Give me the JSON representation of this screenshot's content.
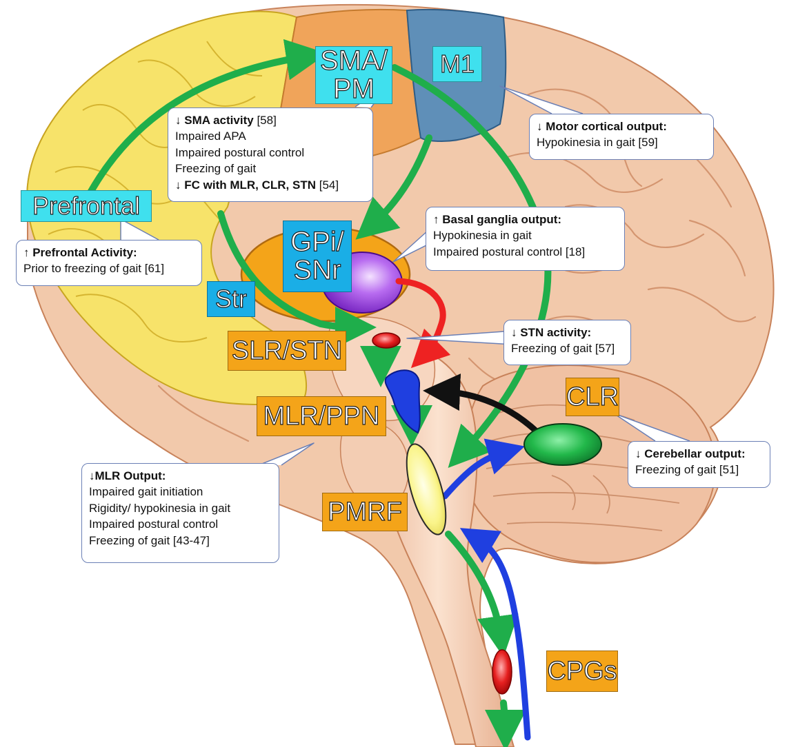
{
  "labels": {
    "sma_pm": "SMA/\nPM",
    "m1": "M1",
    "prefrontal": "Prefrontal",
    "gpi_snr": "GPi/\nSNr",
    "str": "Str",
    "slr_stn": "SLR/STN",
    "mlr_ppn": "MLR/PPN",
    "pmrf": "PMRF",
    "clr": "CLR",
    "cpgs": "CPGs"
  },
  "callouts": {
    "sma": {
      "title_arrow": "↓",
      "title": "SMA activity",
      "title_ref": "[58]",
      "line1": "Impaired APA",
      "line2": "Impaired postural control",
      "line3": "Freezing of gait",
      "fc_arrow": "↓",
      "fc": "FC with MLR, CLR, STN",
      "fc_ref": "[54]"
    },
    "motor": {
      "title": "↓ Motor cortical output:",
      "line1": "Hypokinesia in gait [59]"
    },
    "basal": {
      "title": "↑ Basal ganglia output:",
      "line1": "Hypokinesia in gait",
      "line2": "Impaired postural control [18]"
    },
    "prefrontal": {
      "title": "↑ Prefrontal Activity:",
      "line1": "Prior to freezing of gait [61]"
    },
    "stn": {
      "title": "↓ STN activity:",
      "line1": "Freezing of gait [57]"
    },
    "mlr": {
      "title": "↓MLR Output:",
      "line1": "Impaired gait initiation",
      "line2": "Rigidity/ hypokinesia in gait",
      "line3": "Impaired postural control",
      "line4": "Freezing of gait [43-47]"
    },
    "cerebellar": {
      "title": "↓ Cerebellar output:",
      "line1": "Freezing of gait [51]"
    }
  },
  "colors": {
    "pathway_green": "#1fae4b",
    "pathway_blue": "#1f3fe0",
    "pathway_red": "#ee2222",
    "pathway_black": "#111111",
    "prefrontal_yellow": "#f7e36a",
    "premotor_orange": "#f0a45a",
    "m1_blue": "#5f8fb8",
    "brain_tan": "#f2c9ab",
    "label_cyan": "#3fe0ee",
    "label_blue": "#1aaee6",
    "label_orange": "#f4a419"
  }
}
